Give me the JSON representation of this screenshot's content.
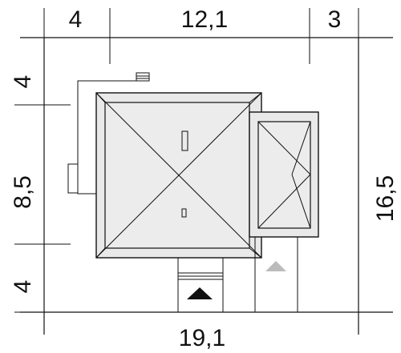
{
  "dimensions": {
    "top": [
      "4",
      "12,1",
      "3"
    ],
    "left": [
      "4",
      "8,5",
      "4"
    ],
    "right": "16,5",
    "bottom": "19,1"
  },
  "colors": {
    "line": "#111111",
    "roof_fill": "#e9e9e9",
    "entrance_arrow": "#111111",
    "garage_arrow": "#bbbbbb"
  },
  "icons": {
    "entrance": "triangle-up-filled",
    "garage": "triangle-up-light"
  }
}
